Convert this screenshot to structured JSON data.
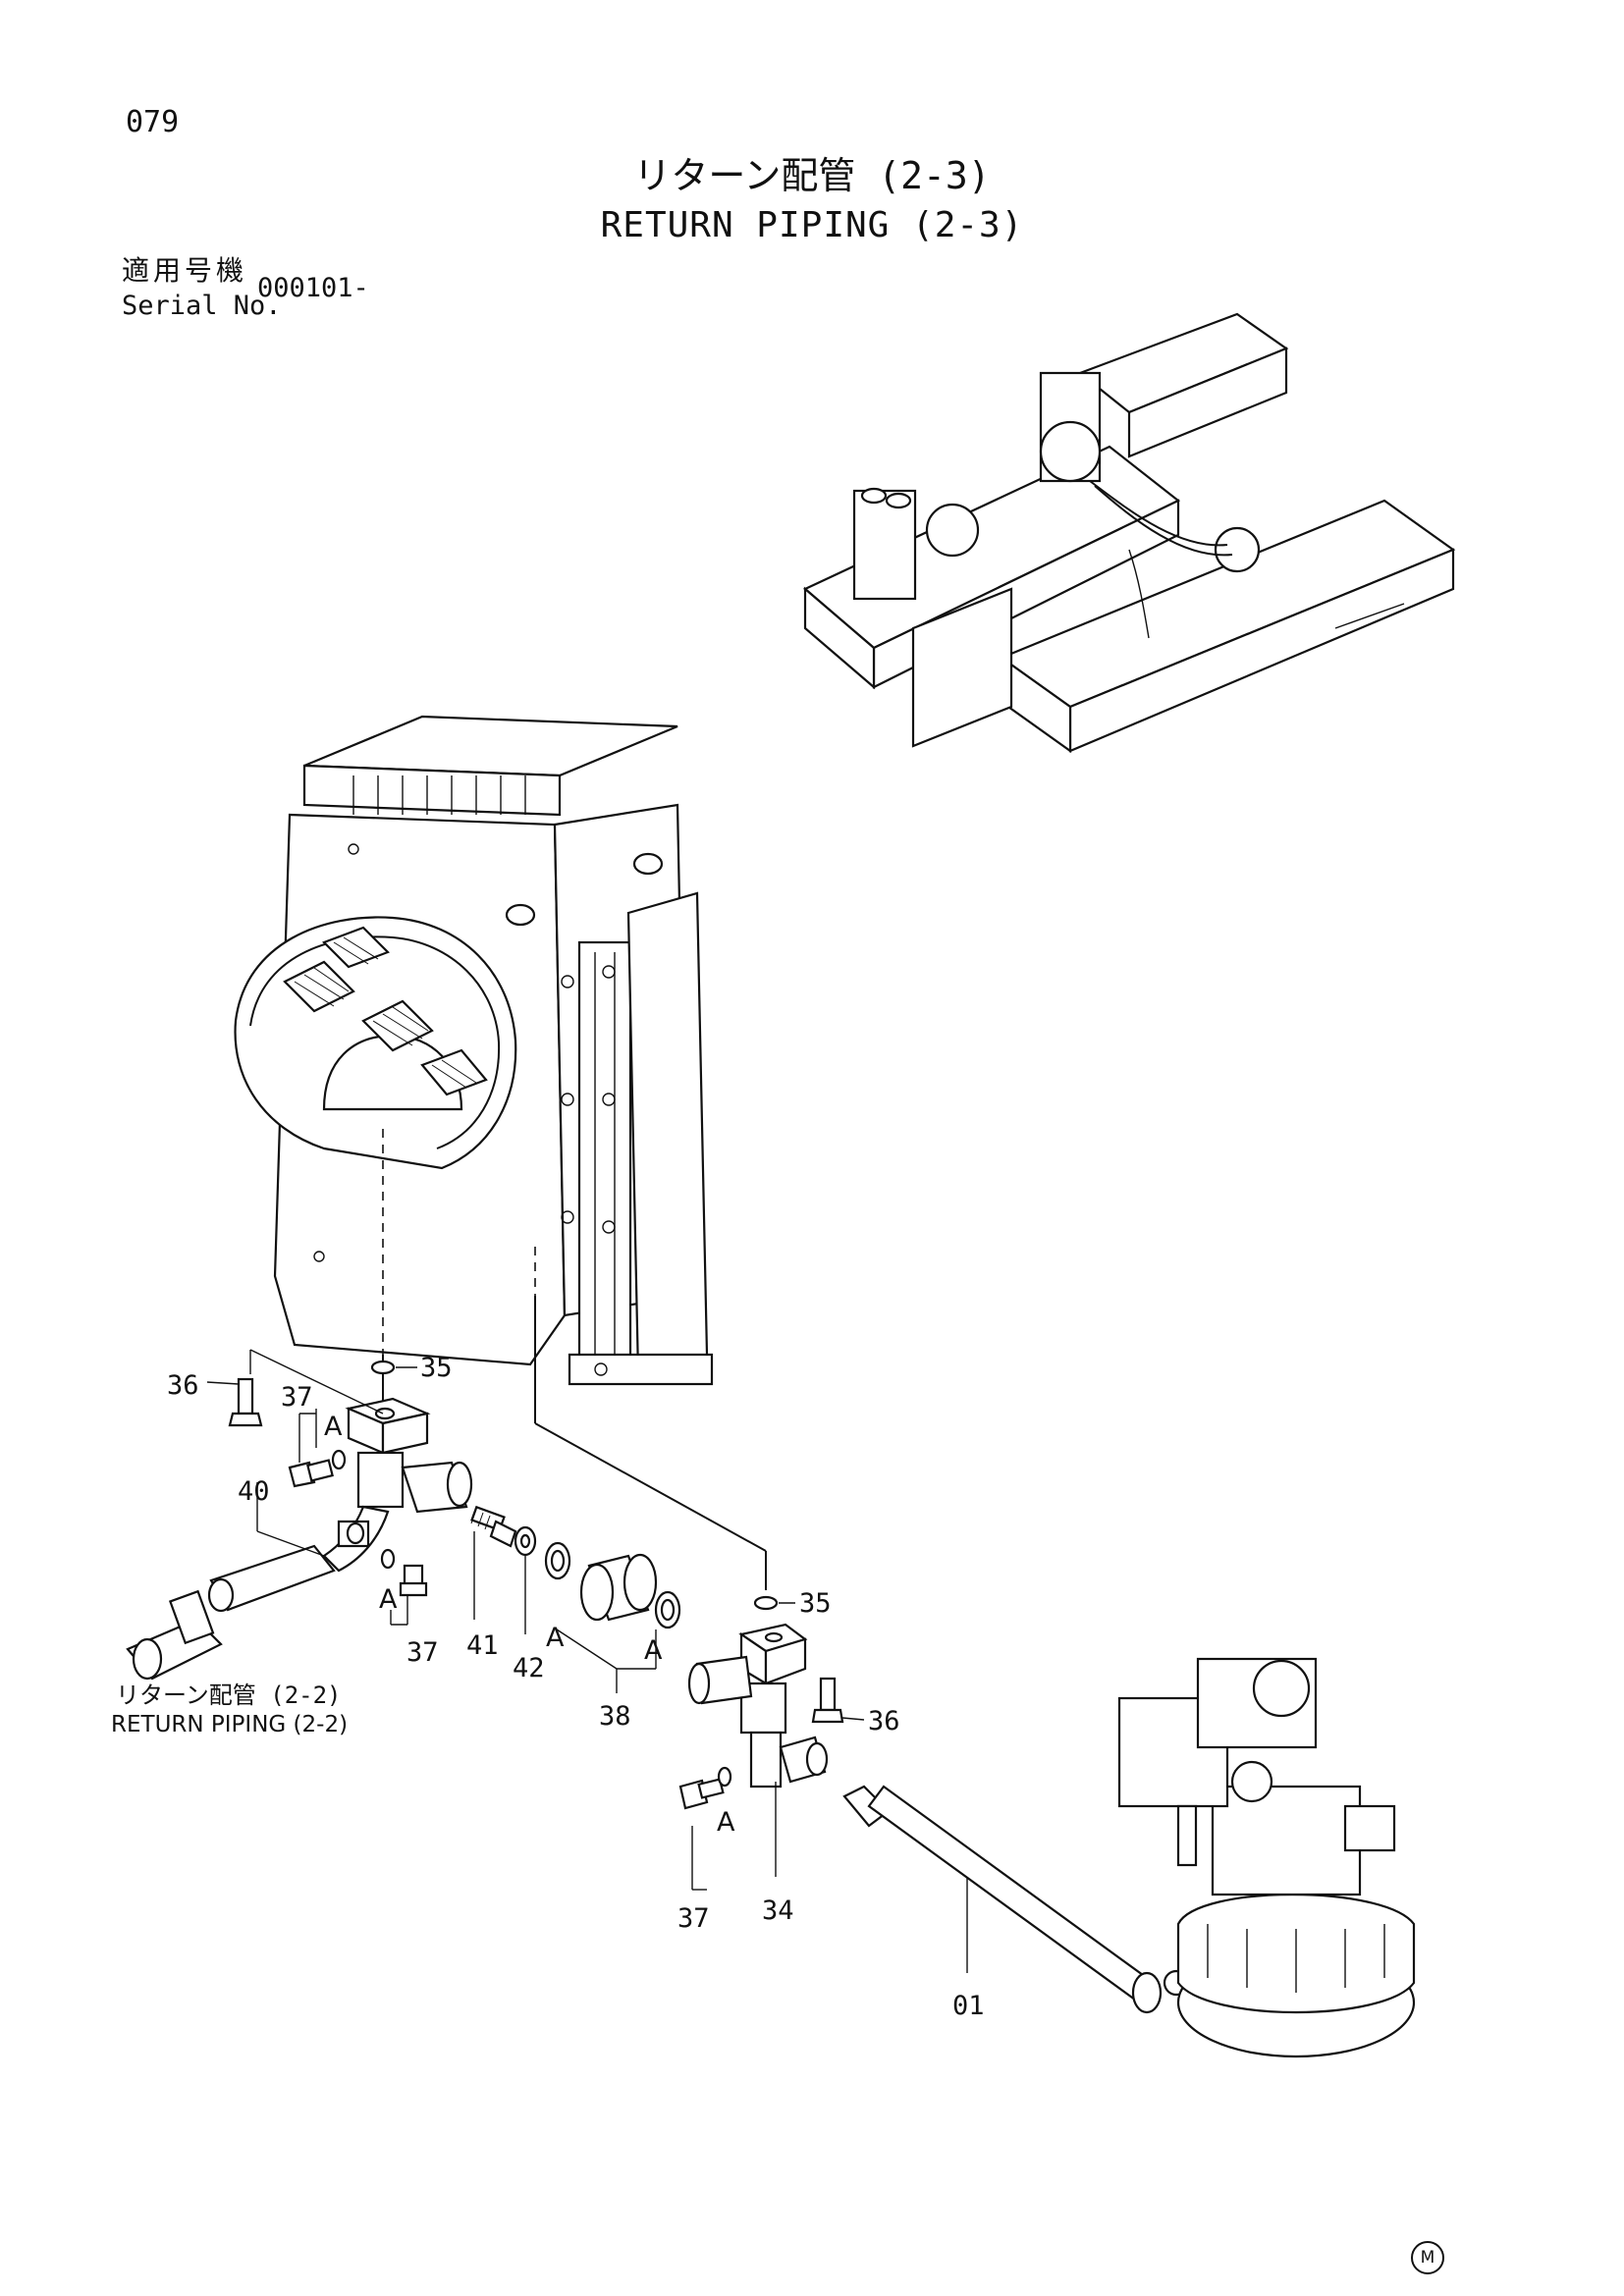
{
  "header": {
    "page_number": "079",
    "title_jp": "リターン配管 (2-3)",
    "title_en": "RETURN PIPING (2-3)",
    "serial_label_jp": "適用号機",
    "serial_label_en": "Serial No.",
    "serial_value": "000101-"
  },
  "reference": {
    "label_jp": "リターン配管 (2-2)",
    "label_en": "RETURN PIPING (2-2)"
  },
  "callouts": {
    "p01": "01",
    "p34": "34",
    "p35a": "35",
    "p35b": "35",
    "p36a": "36",
    "p36b": "36",
    "p37a": "37",
    "p37b": "37",
    "p37c": "37",
    "p38": "38",
    "p40": "40",
    "p41": "41",
    "p42": "42",
    "A1": "A",
    "A2": "A",
    "A3": "A",
    "A4": "A",
    "A5": "A"
  },
  "footer": {
    "maker_mark": "M"
  }
}
